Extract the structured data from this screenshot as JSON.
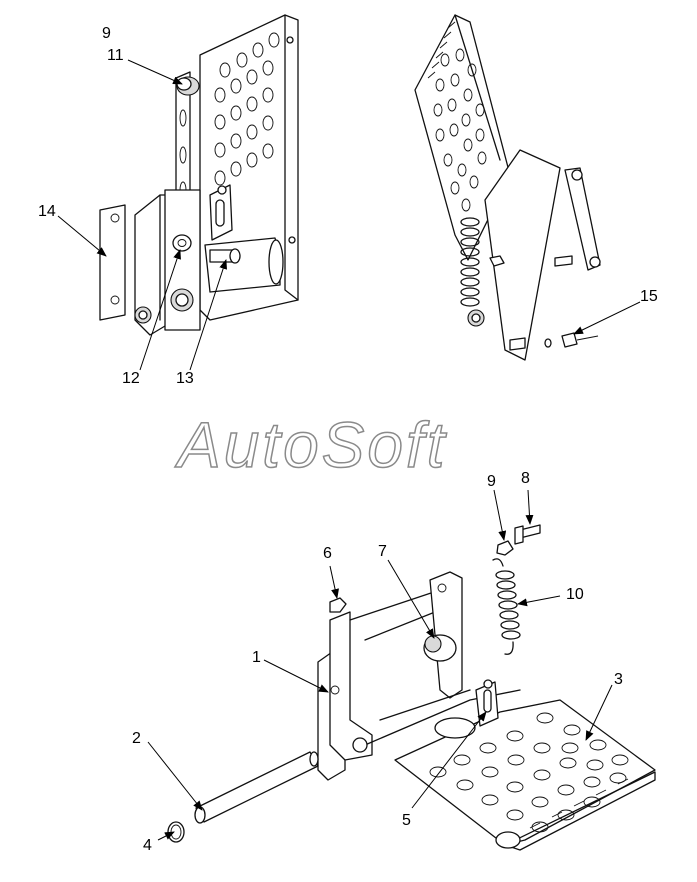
{
  "watermark": "AutoSoft",
  "callouts": {
    "c9_top": "9",
    "c11": "11",
    "c14": "14",
    "c12": "12",
    "c13": "13",
    "c15": "15",
    "c1": "1",
    "c2": "2",
    "c3": "3",
    "c4": "4",
    "c5": "5",
    "c6": "6",
    "c7": "7",
    "c8": "8",
    "c9_bottom": "9",
    "c10": "10"
  }
}
